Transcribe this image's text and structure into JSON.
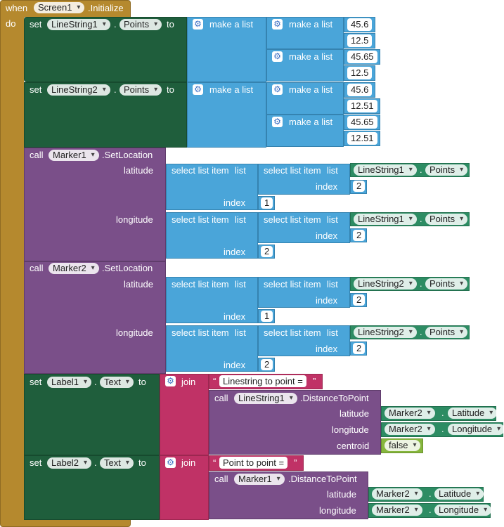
{
  "event": {
    "when": "when",
    "component": "Screen1",
    "event_name": ".Initialize",
    "do": "do"
  },
  "kw": {
    "set": "set",
    "to": "to",
    "call": "call",
    "dot": ".",
    "make_list": "make a list",
    "select": "select list item",
    "list": "list",
    "index": "index",
    "join": "join",
    "latitude": "latitude",
    "longitude": "longitude",
    "centroid": "centroid"
  },
  "ls1": {
    "component": "LineString1",
    "prop": "Points",
    "p1": [
      "45.6",
      "12.5"
    ],
    "p2": [
      "45.65",
      "12.5"
    ]
  },
  "ls2": {
    "component": "LineString2",
    "prop": "Points",
    "p1": [
      "45.6",
      "12.51"
    ],
    "p2": [
      "45.65",
      "12.51"
    ]
  },
  "m1": {
    "component": "Marker1",
    "method": ".SetLocation",
    "lat": {
      "list_comp": "LineString1",
      "list_prop": "Points",
      "inner_index": "2",
      "outer_index": "1"
    },
    "lon": {
      "list_comp": "LineString1",
      "list_prop": "Points",
      "inner_index": "2",
      "outer_index": "2"
    }
  },
  "m2": {
    "component": "Marker2",
    "method": ".SetLocation",
    "lat": {
      "list_comp": "LineString2",
      "list_prop": "Points",
      "inner_index": "2",
      "outer_index": "1"
    },
    "lon": {
      "list_comp": "LineString2",
      "list_prop": "Points",
      "inner_index": "2",
      "outer_index": "2"
    }
  },
  "label1": {
    "component": "Label1",
    "prop": "Text",
    "text": "Linestring to point =",
    "call_comp": "LineString1",
    "method": ".DistanceToPoint",
    "lat_comp": "Marker2",
    "lat_prop": "Latitude",
    "lon_comp": "Marker2",
    "lon_prop": "Longitude",
    "centroid": "false"
  },
  "label2": {
    "component": "Label2",
    "prop": "Text",
    "text": "Point to point =",
    "call_comp": "Marker1",
    "method": ".DistanceToPoint",
    "lat_comp": "Marker2",
    "lat_prop": "Latitude",
    "lon_comp": "Marker2",
    "lon_prop": "Longitude"
  },
  "colors": {
    "event": "#b5892e",
    "setter": "#1f5e3c",
    "call": "#7a4f89",
    "list": "#4aa5d9",
    "text": "#c03266",
    "getter": "#2d8c63",
    "logic": "#86b63d"
  }
}
